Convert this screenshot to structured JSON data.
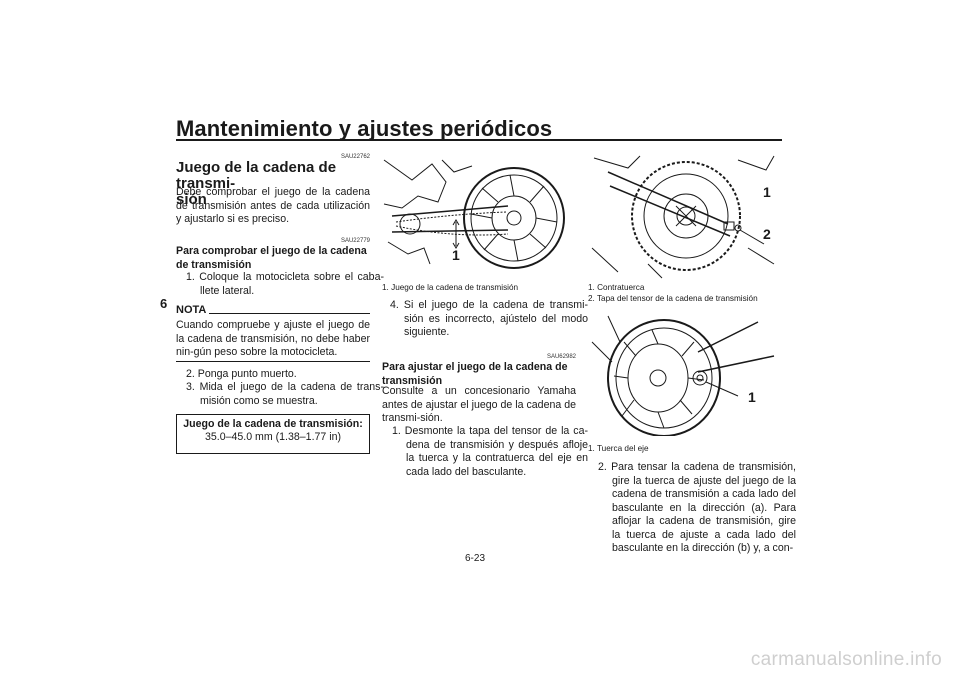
{
  "header": {
    "title": "Mantenimiento y ajustes periódicos",
    "chapter": "6"
  },
  "col1": {
    "code1": "SAU22762",
    "heading_line1": "Juego de la cadena de transmi-",
    "heading_line2": "sión",
    "intro": "Debe comprobar el juego de la cadena de transmisión antes de cada utilización y ajustarlo si es preciso.",
    "code2": "SAU22779",
    "sub_line1": "Para comprobar el juego de la cadena",
    "sub_line2": "de transmisión",
    "step1": "1. Coloque la motocicleta sobre el caba-llete lateral.",
    "note_label": "NOTA",
    "note_text": "Cuando compruebe y ajuste el juego de la cadena de transmisión, no debe haber nin-gún peso sobre la motocicleta.",
    "step2": "2. Ponga punto muerto.",
    "step3": "3. Mida el juego de la cadena de trans-misión como se muestra.",
    "spec_title": "Juego de la cadena de transmisión:",
    "spec_value": "35.0–45.0 mm (1.38–1.77 in)"
  },
  "col2": {
    "figure_callout": "1",
    "caption": "1. Juego de la cadena de transmisión",
    "step4": "4. Si el juego de la cadena de transmi-sión es incorrecto, ajústelo del modo siguiente.",
    "code3": "SAU62982",
    "sub_line1": "Para ajustar el juego de la cadena de",
    "sub_line2": "transmisión",
    "intro": "Consulte a un concesionario Yamaha antes de ajustar el juego de la cadena de transmi-sión.",
    "step1": "1. Desmonte la tapa del tensor de la ca-dena de transmisión y después afloje la tuerca y la contratuerca del eje en cada lado del basculante."
  },
  "col3": {
    "fig1_callout1": "1",
    "fig1_callout2": "2",
    "caption1_1": "1. Contratuerca",
    "caption1_2": "2. Tapa del tensor de la cadena de transmisión",
    "fig2_callout1": "1",
    "caption2_1": "1. Tuerca del eje",
    "step2": "2. Para tensar la cadena de transmisión, gire la tuerca de ajuste del juego de la cadena de transmisión a cada lado del basculante en la dirección (a). Para aflojar la cadena de transmisión, gire la tuerca de ajuste a cada lado del basculante en la dirección (b) y, a con-"
  },
  "footer": {
    "page_number": "6-23",
    "watermark": "carmanualsonline.info"
  }
}
